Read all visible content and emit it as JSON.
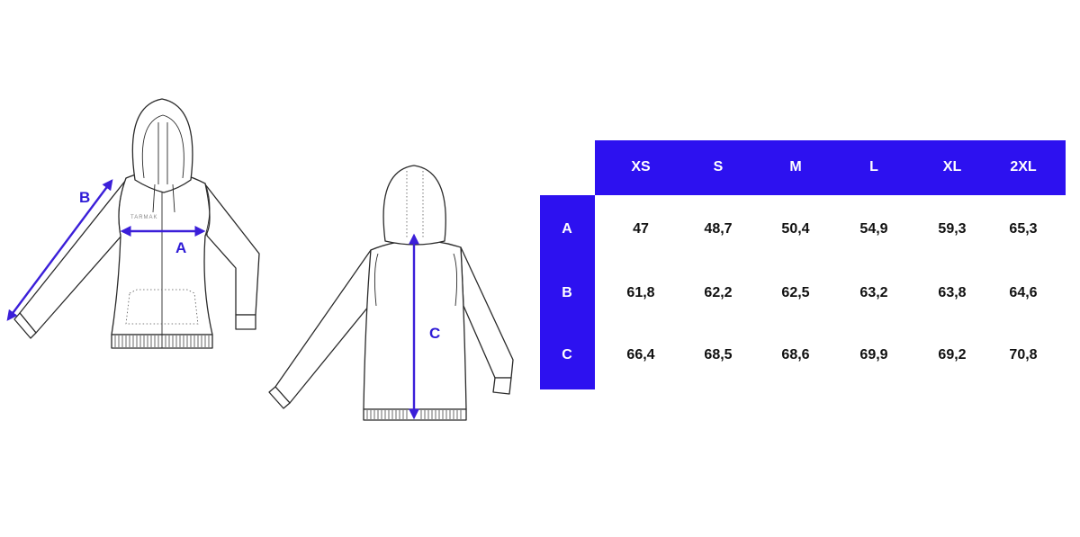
{
  "measure_labels": {
    "a": "A",
    "b": "B",
    "c": "C"
  },
  "brand_mark": "TARMAK",
  "accent_color": "#2d11f0",
  "table": {
    "sizes": [
      "XS",
      "S",
      "M",
      "L",
      "XL",
      "2XL"
    ],
    "rows": [
      {
        "label": "A",
        "values": [
          "47",
          "48,7",
          "50,4",
          "54,9",
          "59,3",
          "65,3"
        ]
      },
      {
        "label": "B",
        "values": [
          "61,8",
          "62,2",
          "62,5",
          "63,2",
          "63,8",
          "64,6"
        ]
      },
      {
        "label": "C",
        "values": [
          "66,4",
          "68,5",
          "68,6",
          "69,9",
          "69,2",
          "70,8"
        ]
      }
    ]
  }
}
